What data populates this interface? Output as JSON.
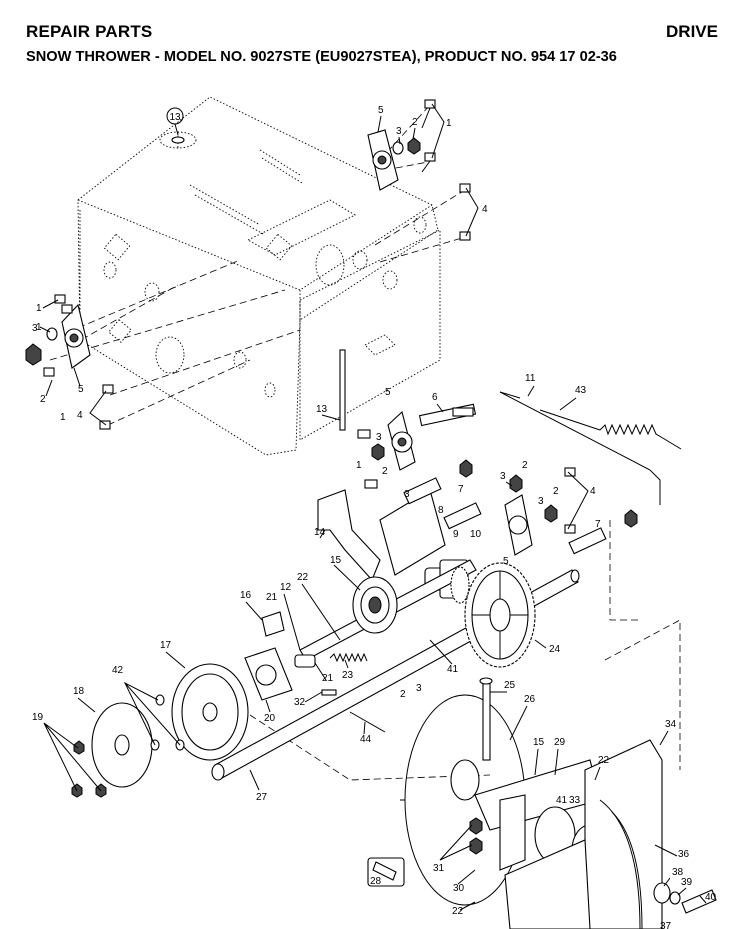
{
  "header": {
    "title": "REPAIR PARTS",
    "section": "DRIVE",
    "subtitle": "SNOW THROWER - MODEL NO. 9027STE (EU9027STEA), PRODUCT NO. 954 17 02-36"
  },
  "callouts": [
    "13",
    "5",
    "3",
    "2",
    "1",
    "1",
    "4",
    "1",
    "3",
    "2",
    "5",
    "1",
    "4",
    "11",
    "43",
    "6",
    "5",
    "3",
    "2",
    "1",
    "13",
    "3",
    "2",
    "4",
    "3",
    "2",
    "7",
    "8",
    "14",
    "3",
    "9",
    "10",
    "7",
    "5",
    "15",
    "22",
    "12",
    "16",
    "21",
    "17",
    "42",
    "18",
    "19",
    "23",
    "21",
    "20",
    "32",
    "2",
    "3",
    "41",
    "24",
    "25",
    "26",
    "44",
    "27",
    "15",
    "29",
    "22",
    "34",
    "41",
    "33",
    "31",
    "36",
    "28",
    "30",
    "38",
    "39",
    "40",
    "22",
    "37"
  ]
}
